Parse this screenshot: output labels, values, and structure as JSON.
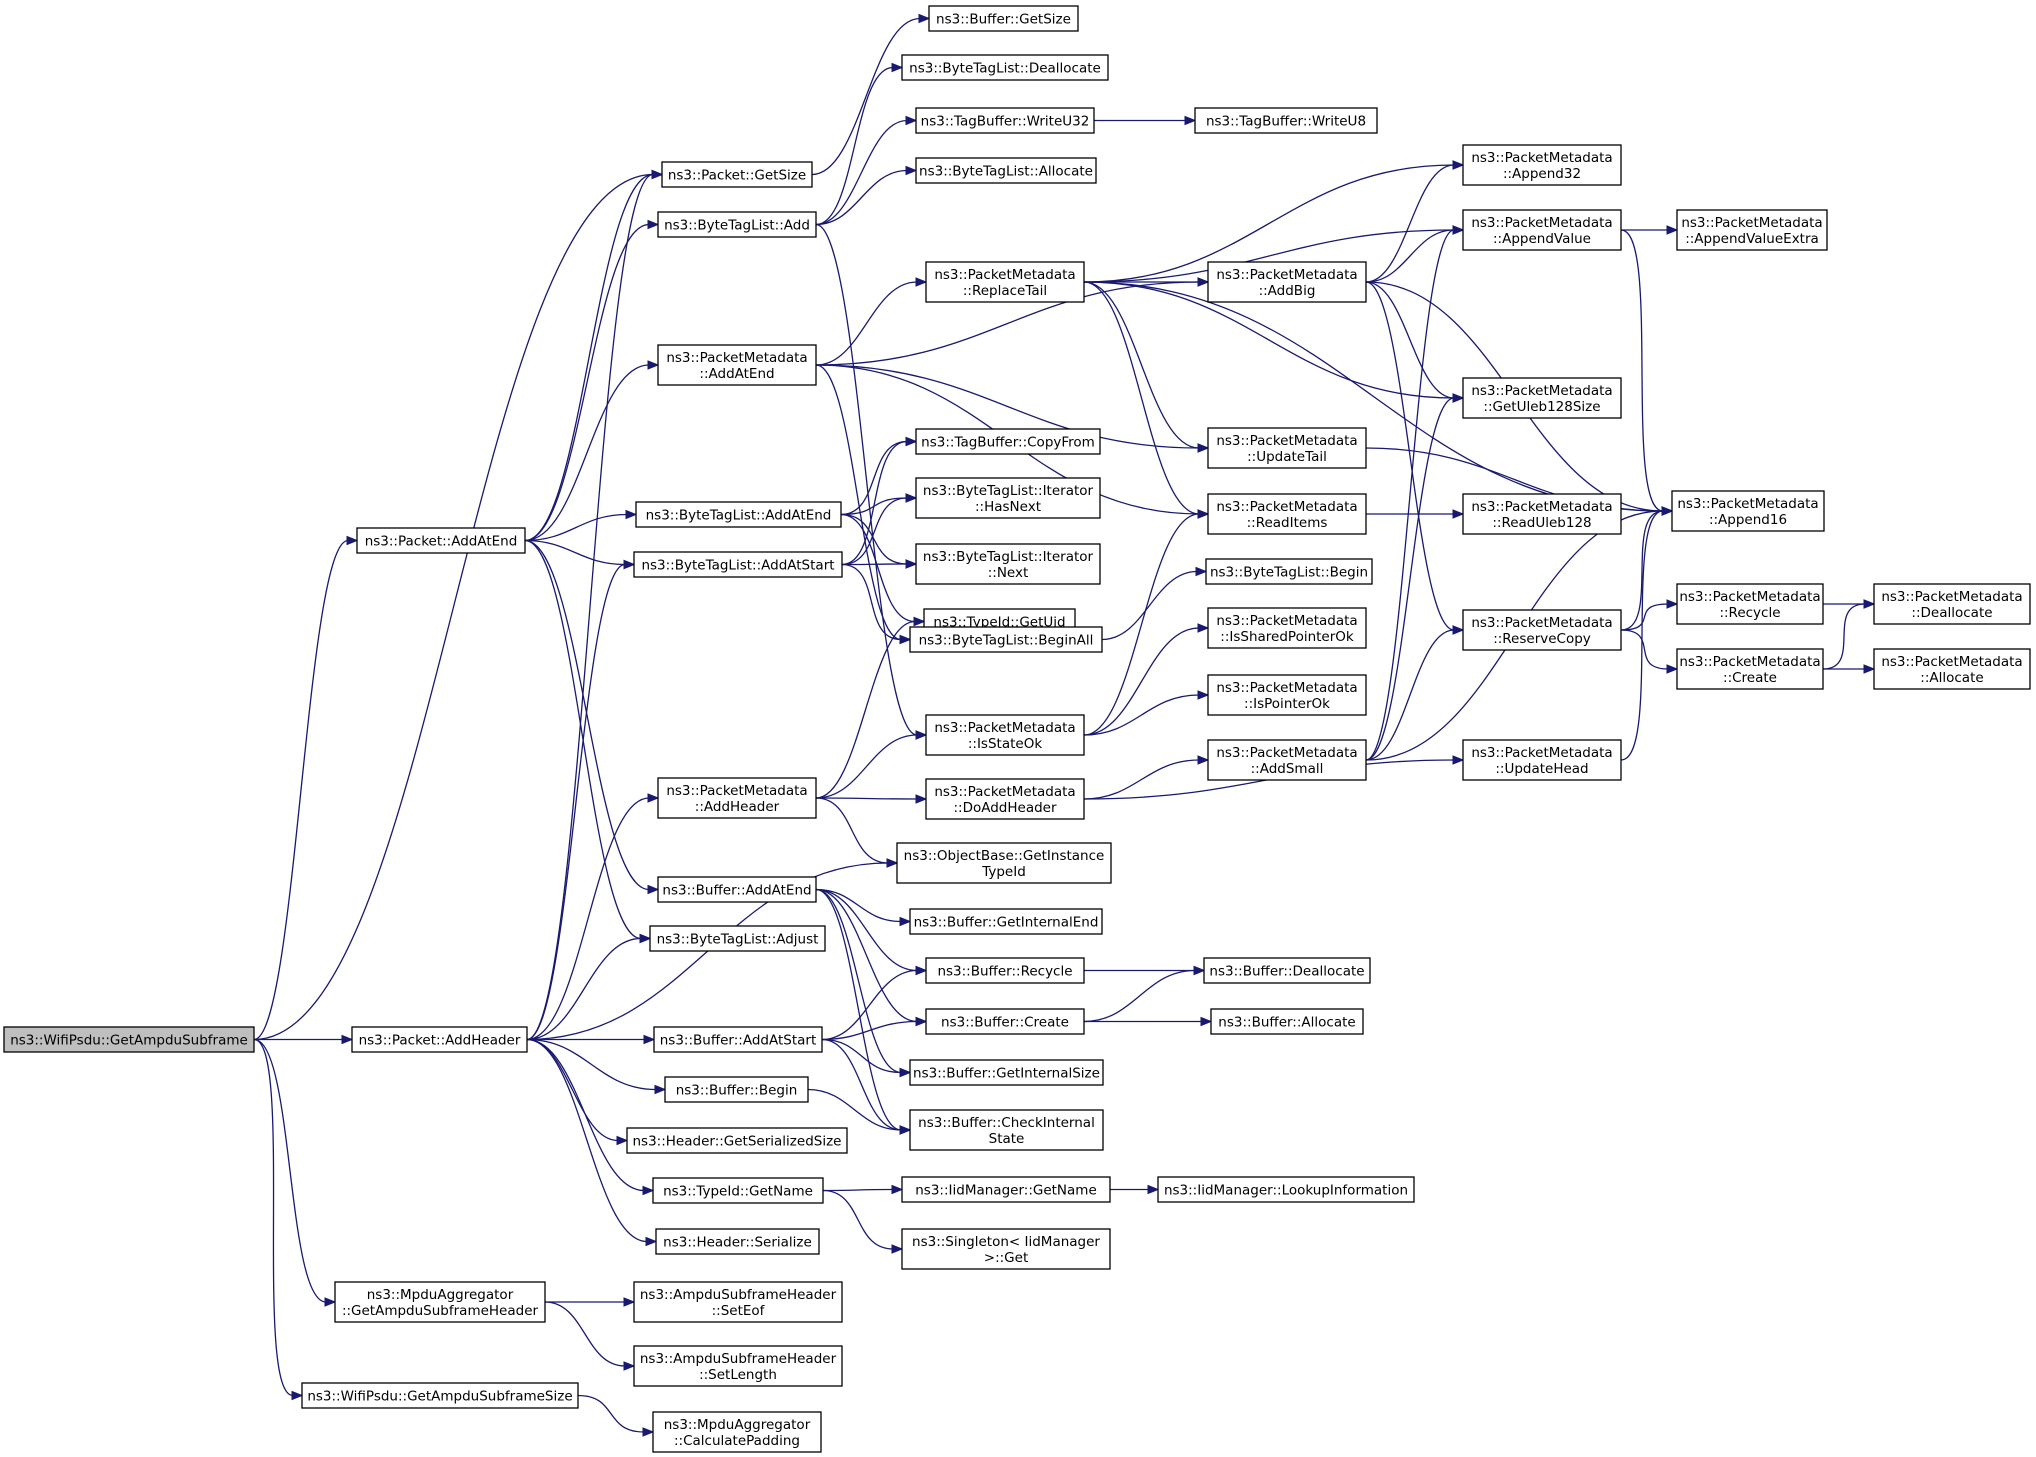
{
  "graph": {
    "root": "get-ampdu-subframe",
    "colors": {
      "edge": "#191970",
      "node_border": "#000000",
      "root_fill": "#bfbfbf",
      "node_fill": "#ffffff"
    },
    "nodes": [
      {
        "id": "get-ampdu-subframe",
        "lines": [
          "ns3::WifiPsdu::GetAmpduSubframe"
        ]
      },
      {
        "id": "packet-getsize",
        "lines": [
          "ns3::Packet::GetSize"
        ]
      },
      {
        "id": "packet-addatend",
        "lines": [
          "ns3::Packet::AddAtEnd"
        ]
      },
      {
        "id": "packet-addheader",
        "lines": [
          "ns3::Packet::AddHeader"
        ]
      },
      {
        "id": "mpdu-getampdusubframeheader",
        "lines": [
          "ns3::MpduAggregator",
          "::GetAmpduSubframeHeader"
        ]
      },
      {
        "id": "wifipsdu-getampdusubframesize",
        "lines": [
          "ns3::WifiPsdu::GetAmpduSubframeSize"
        ]
      },
      {
        "id": "buffer-getsize",
        "lines": [
          "ns3::Buffer::GetSize"
        ]
      },
      {
        "id": "bytetaglist-add",
        "lines": [
          "ns3::ByteTagList::Add"
        ]
      },
      {
        "id": "pm-addatend",
        "lines": [
          "ns3::PacketMetadata",
          "::AddAtEnd"
        ]
      },
      {
        "id": "bytetaglist-addatend",
        "lines": [
          "ns3::ByteTagList::AddAtEnd"
        ]
      },
      {
        "id": "bytetaglist-addatstart",
        "lines": [
          "ns3::ByteTagList::AddAtStart"
        ]
      },
      {
        "id": "pm-addheader",
        "lines": [
          "ns3::PacketMetadata",
          "::AddHeader"
        ]
      },
      {
        "id": "buffer-addatend",
        "lines": [
          "ns3::Buffer::AddAtEnd"
        ]
      },
      {
        "id": "bytetaglist-adjust",
        "lines": [
          "ns3::ByteTagList::Adjust"
        ]
      },
      {
        "id": "buffer-addatstart",
        "lines": [
          "ns3::Buffer::AddAtStart"
        ]
      },
      {
        "id": "buffer-begin",
        "lines": [
          "ns3::Buffer::Begin"
        ]
      },
      {
        "id": "header-getserializedsize",
        "lines": [
          "ns3::Header::GetSerializedSize"
        ]
      },
      {
        "id": "typeid-getname",
        "lines": [
          "ns3::TypeId::GetName"
        ]
      },
      {
        "id": "header-serialize",
        "lines": [
          "ns3::Header::Serialize"
        ]
      },
      {
        "id": "ampdu-seteof",
        "lines": [
          "ns3::AmpduSubframeHeader",
          "::SetEof"
        ]
      },
      {
        "id": "ampdu-setlength",
        "lines": [
          "ns3::AmpduSubframeHeader",
          "::SetLength"
        ]
      },
      {
        "id": "mpdu-calculatepadding",
        "lines": [
          "ns3::MpduAggregator",
          "::CalculatePadding"
        ]
      },
      {
        "id": "bytetaglist-deallocate",
        "lines": [
          "ns3::ByteTagList::Deallocate"
        ]
      },
      {
        "id": "tagbuffer-writeu32",
        "lines": [
          "ns3::TagBuffer::WriteU32"
        ]
      },
      {
        "id": "bytetaglist-allocate",
        "lines": [
          "ns3::ByteTagList::Allocate"
        ]
      },
      {
        "id": "pm-replacetail",
        "lines": [
          "ns3::PacketMetadata",
          "::ReplaceTail"
        ]
      },
      {
        "id": "tagbuffer-copyfrom",
        "lines": [
          "ns3::TagBuffer::CopyFrom"
        ]
      },
      {
        "id": "iterator-hasnext",
        "lines": [
          "ns3::ByteTagList::Iterator",
          "::HasNext"
        ]
      },
      {
        "id": "iterator-next",
        "lines": [
          "ns3::ByteTagList::Iterator",
          "::Next"
        ]
      },
      {
        "id": "typeid-getuid",
        "lines": [
          "ns3::TypeId::GetUid"
        ]
      },
      {
        "id": "bytetaglist-beginall",
        "lines": [
          "ns3::ByteTagList::BeginAll"
        ]
      },
      {
        "id": "pm-isstateok",
        "lines": [
          "ns3::PacketMetadata",
          "::IsStateOk"
        ]
      },
      {
        "id": "pm-doaddheader",
        "lines": [
          "ns3::PacketMetadata",
          "::DoAddHeader"
        ]
      },
      {
        "id": "objectbase-getinstancetypeid",
        "lines": [
          "ns3::ObjectBase::GetInstance",
          "TypeId"
        ]
      },
      {
        "id": "buffer-getinternalend",
        "lines": [
          "ns3::Buffer::GetInternalEnd"
        ]
      },
      {
        "id": "buffer-recycle",
        "lines": [
          "ns3::Buffer::Recycle"
        ]
      },
      {
        "id": "buffer-create",
        "lines": [
          "ns3::Buffer::Create"
        ]
      },
      {
        "id": "buffer-getinternalsize",
        "lines": [
          "ns3::Buffer::GetInternalSize"
        ]
      },
      {
        "id": "buffer-checkinternalstate",
        "lines": [
          "ns3::Buffer::CheckInternal",
          "State"
        ]
      },
      {
        "id": "iidmanager-getname",
        "lines": [
          "ns3::IidManager::GetName"
        ]
      },
      {
        "id": "singleton-get",
        "lines": [
          "ns3::Singleton< IidManager",
          " >::Get"
        ]
      },
      {
        "id": "tagbuffer-writeu8",
        "lines": [
          "ns3::TagBuffer::WriteU8"
        ]
      },
      {
        "id": "pm-addbig",
        "lines": [
          "ns3::PacketMetadata",
          "::AddBig"
        ]
      },
      {
        "id": "pm-updatetail",
        "lines": [
          "ns3::PacketMetadata",
          "::UpdateTail"
        ]
      },
      {
        "id": "pm-readitems",
        "lines": [
          "ns3::PacketMetadata",
          "::ReadItems"
        ]
      },
      {
        "id": "bytetaglist-begin",
        "lines": [
          "ns3::ByteTagList::Begin"
        ]
      },
      {
        "id": "pm-issharedpointerok",
        "lines": [
          "ns3::PacketMetadata",
          "::IsSharedPointerOk"
        ]
      },
      {
        "id": "pm-ispointerok",
        "lines": [
          "ns3::PacketMetadata",
          "::IsPointerOk"
        ]
      },
      {
        "id": "pm-addsmall",
        "lines": [
          "ns3::PacketMetadata",
          "::AddSmall"
        ]
      },
      {
        "id": "buffer-deallocate",
        "lines": [
          "ns3::Buffer::Deallocate"
        ]
      },
      {
        "id": "buffer-allocate",
        "lines": [
          "ns3::Buffer::Allocate"
        ]
      },
      {
        "id": "iidmanager-lookupinformation",
        "lines": [
          "ns3::IidManager::LookupInformation"
        ]
      },
      {
        "id": "pm-append32",
        "lines": [
          "ns3::PacketMetadata",
          "::Append32"
        ]
      },
      {
        "id": "pm-appendvalue",
        "lines": [
          "ns3::PacketMetadata",
          "::AppendValue"
        ]
      },
      {
        "id": "pm-getuleb128size",
        "lines": [
          "ns3::PacketMetadata",
          "::GetUleb128Size"
        ]
      },
      {
        "id": "pm-readuleb128",
        "lines": [
          "ns3::PacketMetadata",
          "::ReadUleb128"
        ]
      },
      {
        "id": "pm-reservecopy",
        "lines": [
          "ns3::PacketMetadata",
          "::ReserveCopy"
        ]
      },
      {
        "id": "pm-updatehead",
        "lines": [
          "ns3::PacketMetadata",
          "::UpdateHead"
        ]
      },
      {
        "id": "pm-appendvalueextra",
        "lines": [
          "ns3::PacketMetadata",
          "::AppendValueExtra"
        ]
      },
      {
        "id": "pm-append16",
        "lines": [
          "ns3::PacketMetadata",
          "::Append16"
        ]
      },
      {
        "id": "pm-recycle",
        "lines": [
          "ns3::PacketMetadata",
          "::Recycle"
        ]
      },
      {
        "id": "pm-create",
        "lines": [
          "ns3::PacketMetadata",
          "::Create"
        ]
      },
      {
        "id": "pm-deallocate",
        "lines": [
          "ns3::PacketMetadata",
          "::Deallocate"
        ]
      },
      {
        "id": "pm-allocate",
        "lines": [
          "ns3::PacketMetadata",
          "::Allocate"
        ]
      }
    ],
    "edges": [
      [
        "get-ampdu-subframe",
        "packet-getsize"
      ],
      [
        "get-ampdu-subframe",
        "packet-addatend"
      ],
      [
        "get-ampdu-subframe",
        "packet-addheader"
      ],
      [
        "get-ampdu-subframe",
        "mpdu-getampdusubframeheader"
      ],
      [
        "get-ampdu-subframe",
        "wifipsdu-getampdusubframesize"
      ],
      [
        "packet-getsize",
        "buffer-getsize"
      ],
      [
        "packet-addatend",
        "packet-getsize"
      ],
      [
        "packet-addatend",
        "bytetaglist-add"
      ],
      [
        "packet-addatend",
        "pm-addatend"
      ],
      [
        "packet-addatend",
        "bytetaglist-addatend"
      ],
      [
        "packet-addatend",
        "bytetaglist-addatstart"
      ],
      [
        "packet-addatend",
        "buffer-addatend"
      ],
      [
        "packet-addatend",
        "bytetaglist-adjust"
      ],
      [
        "packet-addheader",
        "packet-getsize"
      ],
      [
        "packet-addheader",
        "bytetaglist-addatstart"
      ],
      [
        "packet-addheader",
        "pm-addheader"
      ],
      [
        "packet-addheader",
        "bytetaglist-adjust"
      ],
      [
        "packet-addheader",
        "objectbase-getinstancetypeid"
      ],
      [
        "packet-addheader",
        "buffer-addatstart"
      ],
      [
        "packet-addheader",
        "buffer-begin"
      ],
      [
        "packet-addheader",
        "header-getserializedsize"
      ],
      [
        "packet-addheader",
        "typeid-getname"
      ],
      [
        "packet-addheader",
        "header-serialize"
      ],
      [
        "mpdu-getampdusubframeheader",
        "ampdu-seteof"
      ],
      [
        "mpdu-getampdusubframeheader",
        "ampdu-setlength"
      ],
      [
        "wifipsdu-getampdusubframesize",
        "mpdu-calculatepadding"
      ],
      [
        "bytetaglist-add",
        "bytetaglist-deallocate"
      ],
      [
        "bytetaglist-add",
        "tagbuffer-writeu32"
      ],
      [
        "bytetaglist-add",
        "bytetaglist-allocate"
      ],
      [
        "bytetaglist-add",
        "pm-isstateok"
      ],
      [
        "pm-addatend",
        "pm-replacetail"
      ],
      [
        "pm-addatend",
        "pm-addbig"
      ],
      [
        "pm-addatend",
        "pm-updatetail"
      ],
      [
        "pm-addatend",
        "pm-readitems"
      ],
      [
        "pm-addatend",
        "bytetaglist-beginall"
      ],
      [
        "bytetaglist-addatend",
        "tagbuffer-copyfrom"
      ],
      [
        "bytetaglist-addatend",
        "iterator-hasnext"
      ],
      [
        "bytetaglist-addatend",
        "iterator-next"
      ],
      [
        "bytetaglist-addatend",
        "typeid-getuid"
      ],
      [
        "bytetaglist-addatstart",
        "tagbuffer-copyfrom"
      ],
      [
        "bytetaglist-addatstart",
        "iterator-hasnext"
      ],
      [
        "bytetaglist-addatstart",
        "iterator-next"
      ],
      [
        "bytetaglist-addatstart",
        "bytetaglist-beginall"
      ],
      [
        "pm-addheader",
        "typeid-getuid"
      ],
      [
        "pm-addheader",
        "pm-isstateok"
      ],
      [
        "pm-addheader",
        "pm-doaddheader"
      ],
      [
        "pm-addheader",
        "objectbase-getinstancetypeid"
      ],
      [
        "buffer-addatend",
        "buffer-getinternalend"
      ],
      [
        "buffer-addatend",
        "buffer-recycle"
      ],
      [
        "buffer-addatend",
        "buffer-create"
      ],
      [
        "buffer-addatend",
        "buffer-getinternalsize"
      ],
      [
        "buffer-addatend",
        "buffer-checkinternalstate"
      ],
      [
        "buffer-addatstart",
        "buffer-recycle"
      ],
      [
        "buffer-addatstart",
        "buffer-create"
      ],
      [
        "buffer-addatstart",
        "buffer-getinternalsize"
      ],
      [
        "buffer-addatstart",
        "buffer-checkinternalstate"
      ],
      [
        "buffer-begin",
        "buffer-checkinternalstate"
      ],
      [
        "typeid-getname",
        "iidmanager-getname"
      ],
      [
        "typeid-getname",
        "singleton-get"
      ],
      [
        "iidmanager-getname",
        "iidmanager-lookupinformation"
      ],
      [
        "tagbuffer-writeu32",
        "tagbuffer-writeu8"
      ],
      [
        "pm-replacetail",
        "pm-append32"
      ],
      [
        "pm-replacetail",
        "pm-appendvalue"
      ],
      [
        "pm-replacetail",
        "pm-addbig"
      ],
      [
        "pm-replacetail",
        "pm-getuleb128size"
      ],
      [
        "pm-replacetail",
        "pm-updatetail"
      ],
      [
        "pm-replacetail",
        "pm-readitems"
      ],
      [
        "pm-replacetail",
        "pm-append16"
      ],
      [
        "pm-isstateok",
        "pm-readitems"
      ],
      [
        "pm-isstateok",
        "pm-issharedpointerok"
      ],
      [
        "pm-isstateok",
        "pm-ispointerok"
      ],
      [
        "pm-doaddheader",
        "pm-addsmall"
      ],
      [
        "pm-doaddheader",
        "pm-updatehead"
      ],
      [
        "buffer-recycle",
        "buffer-deallocate"
      ],
      [
        "buffer-create",
        "buffer-deallocate"
      ],
      [
        "buffer-create",
        "buffer-allocate"
      ],
      [
        "bytetaglist-beginall",
        "bytetaglist-begin"
      ],
      [
        "pm-addbig",
        "pm-append32"
      ],
      [
        "pm-addbig",
        "pm-appendvalue"
      ],
      [
        "pm-addbig",
        "pm-getuleb128size"
      ],
      [
        "pm-addbig",
        "pm-append16"
      ],
      [
        "pm-addbig",
        "pm-reservecopy"
      ],
      [
        "pm-updatetail",
        "pm-append16"
      ],
      [
        "pm-readitems",
        "pm-readuleb128"
      ],
      [
        "pm-addsmall",
        "pm-appendvalue"
      ],
      [
        "pm-addsmall",
        "pm-getuleb128size"
      ],
      [
        "pm-addsmall",
        "pm-append16"
      ],
      [
        "pm-addsmall",
        "pm-reservecopy"
      ],
      [
        "pm-appendvalue",
        "pm-appendvalueextra"
      ],
      [
        "pm-appendvalue",
        "pm-append16"
      ],
      [
        "pm-reservecopy",
        "pm-append16"
      ],
      [
        "pm-reservecopy",
        "pm-recycle"
      ],
      [
        "pm-reservecopy",
        "pm-create"
      ],
      [
        "pm-updatehead",
        "pm-append16"
      ],
      [
        "pm-recycle",
        "pm-deallocate"
      ],
      [
        "pm-create",
        "pm-deallocate"
      ],
      [
        "pm-create",
        "pm-allocate"
      ]
    ]
  }
}
